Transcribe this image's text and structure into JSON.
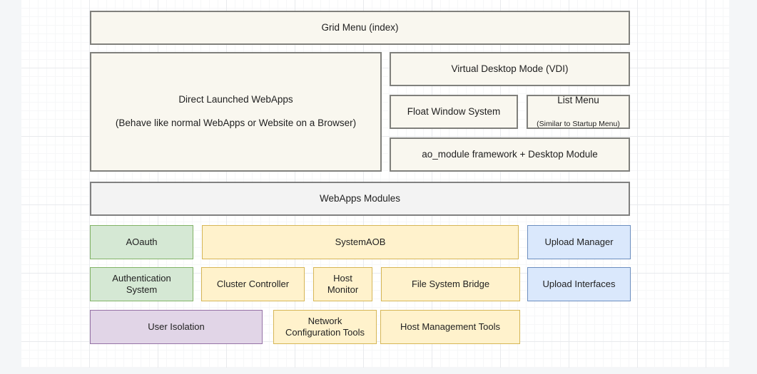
{
  "diagram": {
    "title_node": {
      "label": "Grid Menu (index)"
    },
    "nodes": {
      "grid_menu": "Grid Menu (index)",
      "direct_launched_webapps_line1": "Direct Launched WebApps",
      "direct_launched_webapps_line2": "(Behave like normal WebApps or Website on a Browser)",
      "virtual_desktop_mode": "Virtual Desktop Mode (VDI)",
      "float_window_system": "Float Window System",
      "list_menu": "List Menu",
      "list_menu_sub": "(Similar to Startup Menu)",
      "ao_module_framework": "ao_module framework + Desktop Module",
      "webapps_modules": "WebApps Modules",
      "aoauth": "AOauth",
      "system_aob": "SystemAOB",
      "upload_manager": "Upload Manager",
      "authentication_system": "Authentication\nSystem",
      "cluster_controller": "Cluster Controller",
      "host_monitor": "Host\nMonitor",
      "file_system_bridge": "File System Bridge",
      "upload_interfaces": "Upload Interfaces",
      "user_isolation": "User Isolation",
      "network_configuration_tools": "Network\nConfiguration Tools",
      "host_management_tools": "Host Management Tools"
    },
    "colors": {
      "cream_fill": "#f9f7ef",
      "cream_stroke": "#80807c",
      "gray_fill": "#f3f3f3",
      "gray_stroke": "#808080",
      "green_fill": "#d5e8d4",
      "green_stroke": "#82b366",
      "yellow_fill": "#fff2cc",
      "yellow_stroke": "#d6b656",
      "blue_fill": "#dae8fc",
      "blue_stroke": "#6c8ebf",
      "purple_fill": "#e1d5e7",
      "purple_stroke": "#9673a6",
      "canvas_background": "#ffffff",
      "grid_line": "#e8eaed",
      "page_background": "#f4f6f8"
    }
  }
}
